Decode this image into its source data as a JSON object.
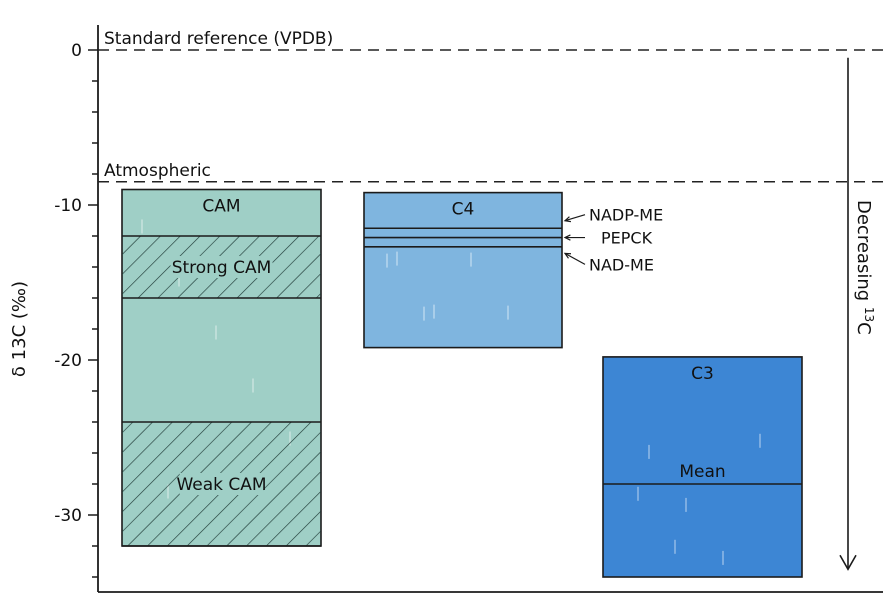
{
  "chart_data": {
    "type": "bar",
    "ylabel": "δ 13C (‰)",
    "ylim": [
      -35,
      1
    ],
    "y_ticks": [
      0,
      -10,
      -20,
      -30
    ],
    "reference_lines": [
      {
        "value": 0,
        "label": "Standard reference (VPDB)"
      },
      {
        "value": -8.5,
        "label": "Atmospheric"
      }
    ],
    "groups": [
      {
        "name": "CAM",
        "range": [
          -9,
          -32
        ],
        "color": "#9fcfc6",
        "bands": [
          {
            "label": "Strong CAM",
            "range": [
              -12,
              -16
            ],
            "hatched": true
          },
          {
            "label": "Weak CAM",
            "range": [
              -24,
              -32
            ],
            "hatched": true
          }
        ],
        "lines": [],
        "callouts": []
      },
      {
        "name": "C4",
        "range": [
          -9.2,
          -19.2
        ],
        "color": "#7fb5df",
        "bands": [],
        "lines": [
          -11.5,
          -12.1,
          -12.7
        ],
        "callouts": [
          {
            "label": "NADP-ME",
            "value": -11.4
          },
          {
            "label": "PEPCK",
            "value": -12.1
          },
          {
            "label": "NAD-ME",
            "value": -12.8
          }
        ]
      },
      {
        "name": "C3",
        "range": [
          -19.8,
          -34
        ],
        "color": "#3d86d4",
        "bands": [],
        "lines": [
          -28
        ],
        "mean_label": "Mean",
        "callouts": []
      }
    ],
    "arrow": {
      "label": "Decreasing ",
      "superscript": "13",
      "suffix": "C",
      "from": -0.5,
      "to": -33.5
    }
  }
}
